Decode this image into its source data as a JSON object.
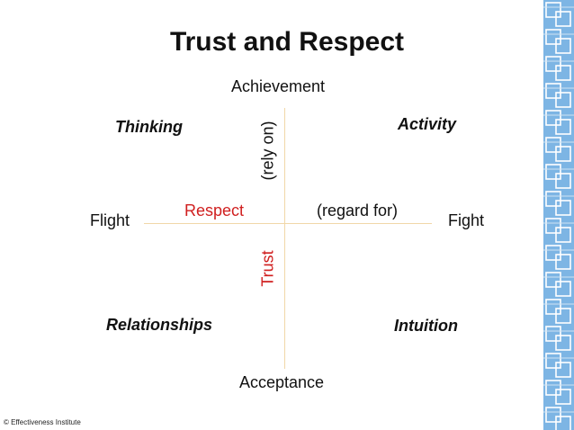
{
  "title": "Trust and Respect",
  "top_label": "Achievement",
  "bottom_label": "Acceptance",
  "left_label": "Flight",
  "right_label": "Fight",
  "quadrants": {
    "top_left": "Thinking",
    "top_right": "Activity",
    "bottom_left": "Relationships",
    "bottom_right": "Intuition"
  },
  "axis_words": {
    "respect": "Respect",
    "regard_for": "(regard for)",
    "rely_on": "(rely on)",
    "trust": "Trust"
  },
  "copyright": "© Effectiveness Institute",
  "colors": {
    "accent_red": "#d01f1f",
    "axis_line": "#f1d7a8",
    "side_pattern": "#7db5e4"
  }
}
